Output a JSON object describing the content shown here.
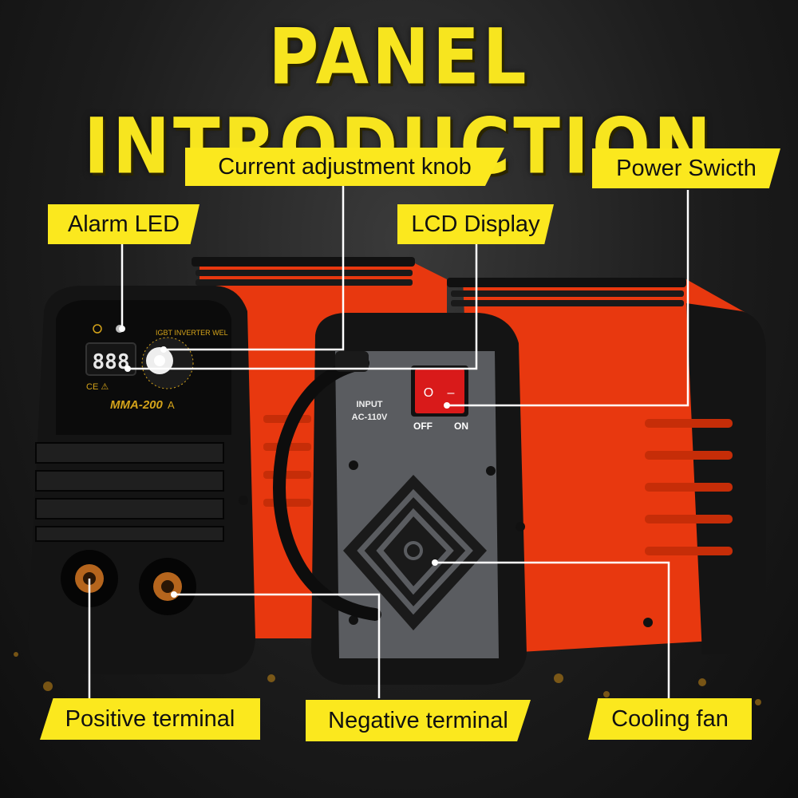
{
  "title": "PANEL INTRODUCTION",
  "labels": {
    "current_knob": "Current adjustment knob",
    "power_switch": "Power Swicth",
    "alarm_led": "Alarm LED",
    "lcd_display": "LCD Display",
    "positive_terminal": "Positive terminal",
    "negative_terminal": "Negative terminal",
    "cooling_fan": "Cooling fan"
  },
  "device_front": {
    "brand_line": "IGBT INVERTER WEL",
    "model": "MMA-200",
    "display_value": "888",
    "unit": "A",
    "marks": "CE ⚠"
  },
  "device_back": {
    "input_line1": "INPUT",
    "input_line2": "AC-110V",
    "off_label": "OFF",
    "on_label": "ON",
    "off_symbol": "O",
    "on_symbol": "–"
  },
  "colors": {
    "accent_yellow": "#fbe81e",
    "body_red": "#e8380f",
    "frame_black": "#141414"
  }
}
